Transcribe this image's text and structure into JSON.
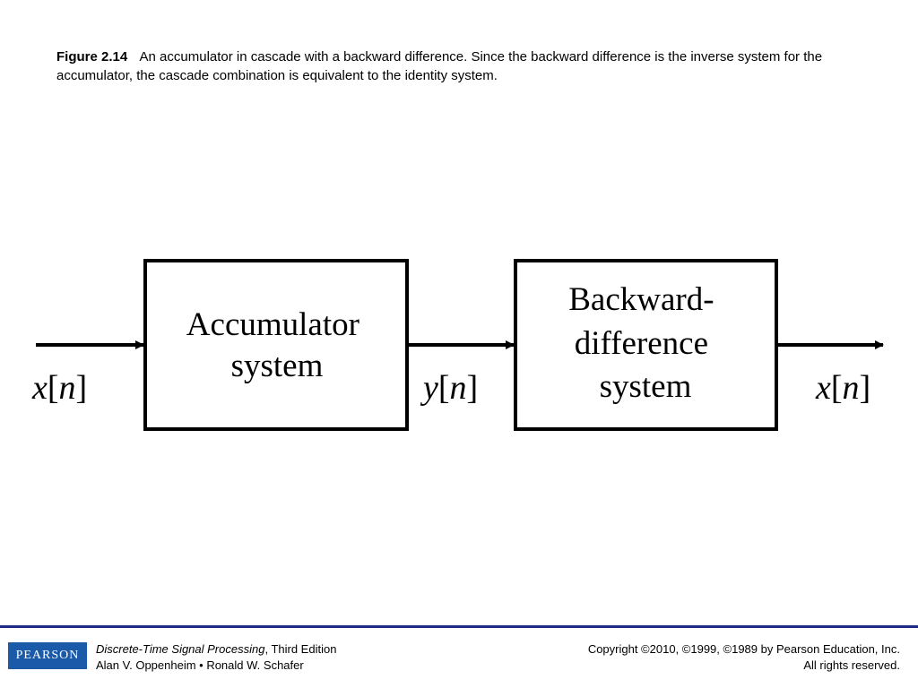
{
  "caption": {
    "label": "Figure 2.14",
    "text": "An accumulator in cascade with a backward difference. Since the backward difference is the inverse system for the accumulator, the cascade combination is equivalent to the identity system."
  },
  "diagram": {
    "blocks": [
      {
        "lines": [
          "Accumulator",
          "system"
        ]
      },
      {
        "lines": [
          "Backward-",
          "difference",
          "system"
        ]
      }
    ],
    "signals": {
      "input": {
        "var": "x",
        "idx": "n"
      },
      "middle": {
        "var": "y",
        "idx": "n"
      },
      "output": {
        "var": "x",
        "idx": "n"
      }
    }
  },
  "footer": {
    "logo": "PEARSON",
    "book_title": "Discrete-Time Signal Processing",
    "edition": ", Third Edition",
    "authors": "Alan V. Oppenheim • Ronald W. Schafer",
    "copyright": "Copyright ©2010, ©1999, ©1989 by Pearson Education, Inc.",
    "rights": "All rights reserved."
  },
  "colors": {
    "footer_line": "#1f2a8a",
    "logo_bg": "#1a5aa8"
  }
}
